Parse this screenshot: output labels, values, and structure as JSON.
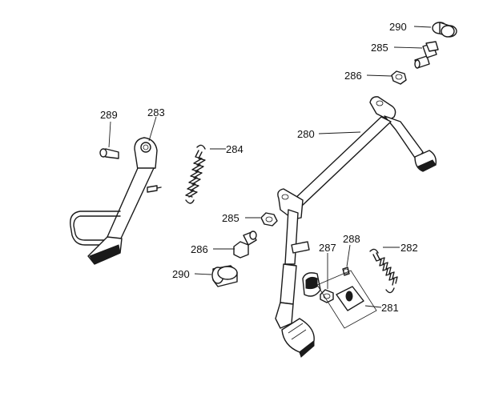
{
  "callouts": {
    "c290_top": "290",
    "c285_top": "285",
    "c286_top": "286",
    "c280": "280",
    "c289": "289",
    "c283": "283",
    "c284": "284",
    "c285_mid": "285",
    "c286_mid": "286",
    "c287": "287",
    "c288": "288",
    "c282": "282",
    "c290_bottom": "290",
    "c281": "281"
  }
}
